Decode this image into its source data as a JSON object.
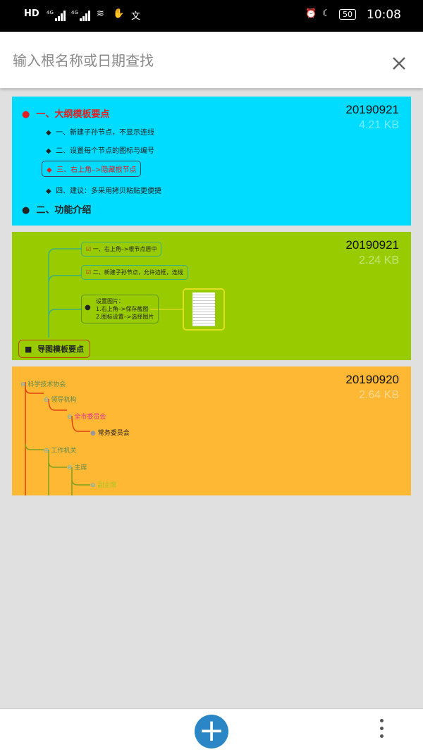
{
  "status_bar": {
    "left_icons": [
      "hd-icon",
      "4g-signal-icon",
      "4g-signal-icon",
      "wifi-icon",
      "hand-icon",
      "app-icon"
    ],
    "right_icons": [
      "alarm-icon",
      "moon-icon"
    ],
    "battery": "50",
    "time": "10:08"
  },
  "search": {
    "placeholder": "输入根名称或日期查找",
    "value": ""
  },
  "cards": [
    {
      "date": "20190921",
      "size": "4.21 KB",
      "color": "#00dcff",
      "items": [
        "一、大纲模板要点",
        "一、新建子孙节点，不显示连线",
        "二、设置每个节点的图标与编号",
        "三、右上角–>隐藏根节点",
        "四、建议：多采用拷贝粘贴更便捷",
        "二、功能介绍"
      ]
    },
    {
      "date": "20190921",
      "size": "2.24 KB",
      "color": "#99cc00",
      "nodes": [
        "一、右上角–>根节点居中",
        "二、新建子孙节点，允许边框，连线",
        "设置图片：",
        "1.右上角–>保存截图",
        "2.图标设置–>选择图片",
        "导图模板要点"
      ]
    },
    {
      "date": "20190920",
      "size": "2.64 KB",
      "color": "#ffb833",
      "nodes": [
        "科学技术协会",
        "领导机构",
        "全市委员会",
        "常务委员会",
        "工作机关",
        "主席",
        "副主席"
      ]
    }
  ],
  "bottom_bar": {
    "add_icon": "plus-icon",
    "menu_icon": "more-vertical-icon"
  }
}
